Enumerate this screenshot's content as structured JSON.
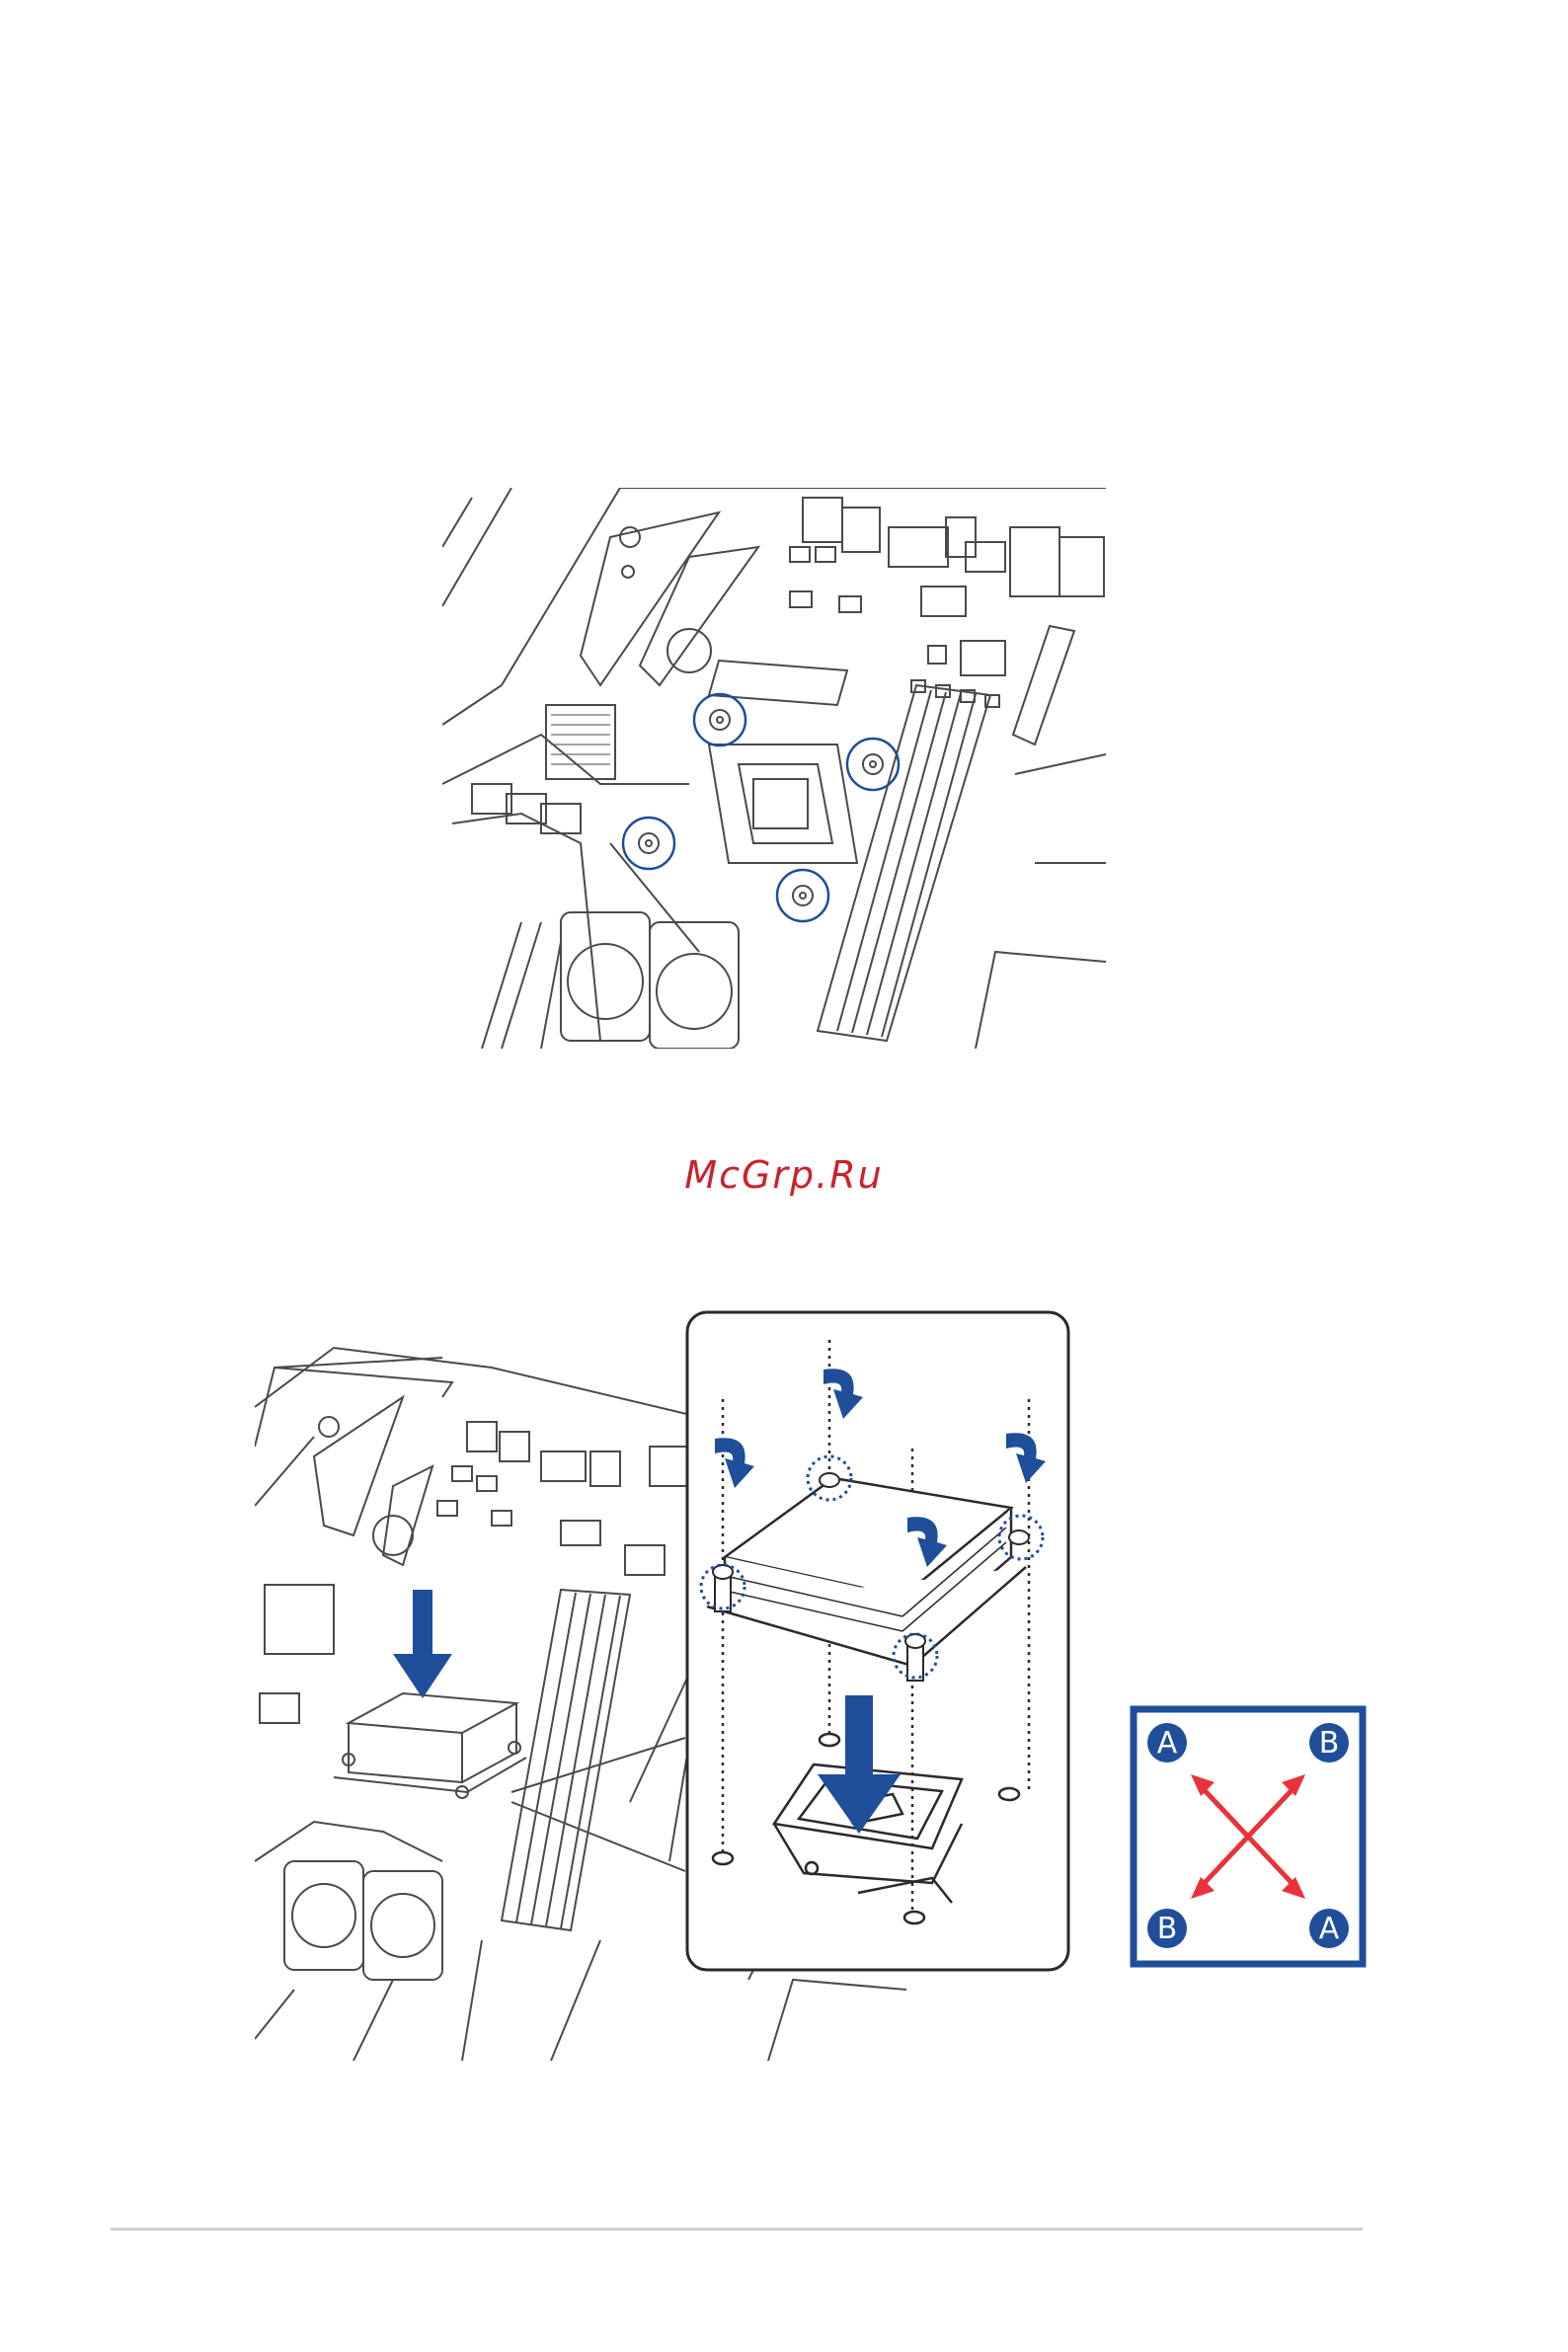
{
  "watermark": {
    "text": "McGrp.Ru"
  },
  "tightening_order": {
    "labels": {
      "top_left": "A",
      "top_right": "B",
      "bottom_left": "B",
      "bottom_right": "A"
    },
    "box_color": "#1f4e9a",
    "arrow_color": "#e8333a"
  },
  "colors": {
    "line_art": "#4a4a4a",
    "highlight_circle": "#1f4e9a",
    "arrow": "#1f4e9a"
  },
  "icons": {
    "screw_rotate": "clockwise-arrow-icon",
    "install_arrow": "down-arrow-icon",
    "cross_pattern": "cross-arrows-icon"
  }
}
